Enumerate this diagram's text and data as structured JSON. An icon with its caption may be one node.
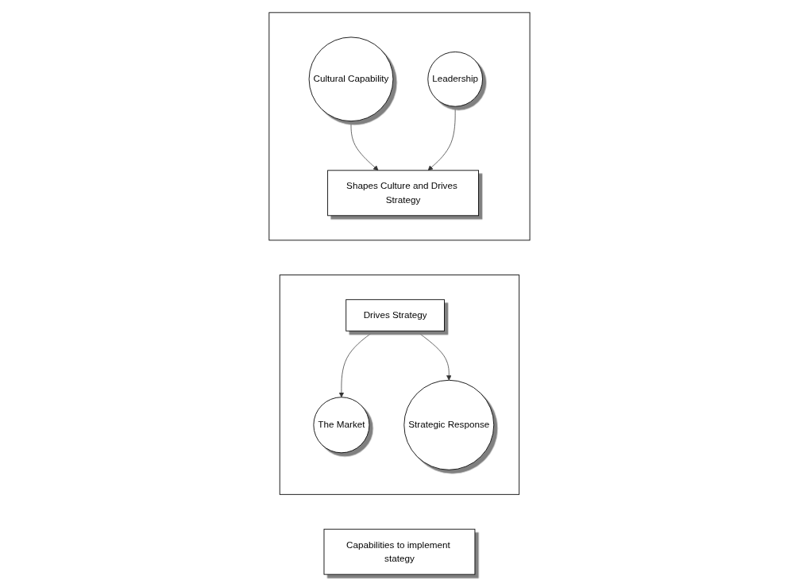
{
  "diagram": {
    "nodes": [
      {
        "text": [],
        "shape": "box"
      },
      {
        "text": [
          "The Market"
        ],
        "in": 0
      },
      {
        "text": [
          "Drives Strategy"
        ],
        "in": 0
      },
      {
        "text": [
          "Strategic Response"
        ],
        "in": 0
      },
      {
        "text": [
          "Capabilities to implement stategy"
        ]
      },
      {
        "text": [],
        "shape": "box"
      },
      {
        "text": [
          "Cultural Capability"
        ],
        "in": 5
      },
      {
        "text": [
          "Shapes Culture and Drives Strategy"
        ],
        "in": 5
      },
      {
        "text": [
          "Leadership"
        ],
        "in": 5
      }
    ],
    "edges": [
      {
        "from": 2,
        "to": 1,
        "arrow": "to"
      },
      {
        "from": 2,
        "to": 3,
        "arrow": "to"
      },
      {
        "from": 6,
        "to": 7,
        "arrow": "to"
      },
      {
        "from": 8,
        "to": 7,
        "arrow": "to"
      }
    ]
  }
}
